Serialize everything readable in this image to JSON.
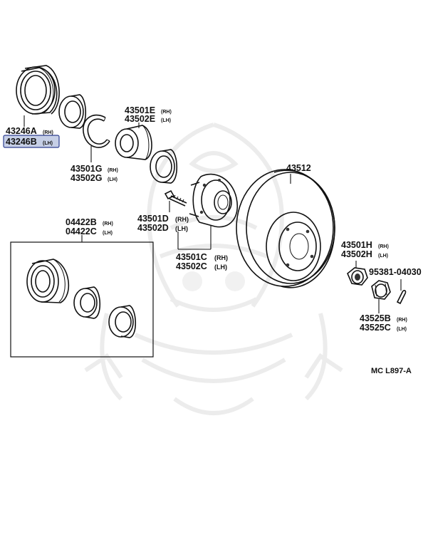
{
  "diagram": {
    "parts": [
      {
        "key": "boot_a",
        "part": "43246A",
        "suffix": "(RH)"
      },
      {
        "key": "boot_b",
        "part": "43246B",
        "suffix": "(LH)",
        "highlighted": true
      },
      {
        "key": "hub_bolt_e",
        "part": "43501E",
        "suffix": "(RH)"
      },
      {
        "key": "hub_bolt_e2",
        "part": "43502E",
        "suffix": "(LH)"
      },
      {
        "key": "snap_g",
        "part": "43501G",
        "suffix": "(RH)"
      },
      {
        "key": "snap_g2",
        "part": "43502G",
        "suffix": "(LH)"
      },
      {
        "key": "rotor",
        "part": "43512",
        "suffix": ""
      },
      {
        "key": "kit_b",
        "part": "04422B",
        "suffix": "(RH)"
      },
      {
        "key": "kit_c",
        "part": "04422C",
        "suffix": "(LH)"
      },
      {
        "key": "hub_d",
        "part": "43501D",
        "suffix": "(RH)"
      },
      {
        "key": "hub_d2",
        "part": "43502D",
        "suffix": "(LH)"
      },
      {
        "key": "hub_c",
        "part": "43501C",
        "suffix": "(RH)"
      },
      {
        "key": "hub_c2",
        "part": "43502C",
        "suffix": "(LH)"
      },
      {
        "key": "nut_h",
        "part": "43501H",
        "suffix": "(RH)"
      },
      {
        "key": "nut_h2",
        "part": "43502H",
        "suffix": "(LH)"
      },
      {
        "key": "pin",
        "part": "95381-04030",
        "suffix": ""
      },
      {
        "key": "lock_b",
        "part": "43525B",
        "suffix": "(RH)"
      },
      {
        "key": "lock_c",
        "part": "43525C",
        "suffix": "(LH)"
      }
    ],
    "reference": "MC  L897-A",
    "colors": {
      "highlight_fill": "#c6cfe6",
      "highlight_border": "#2d3f8f",
      "ink": "#111111",
      "watermark": "#ececec"
    }
  }
}
